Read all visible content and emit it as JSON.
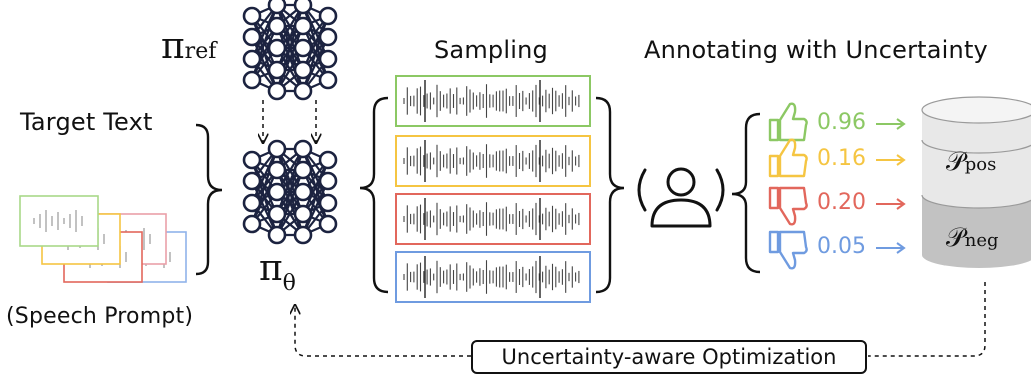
{
  "labels": {
    "pi_ref_symbol": "π",
    "pi_ref_sub": "ref",
    "pi_theta_symbol": "π",
    "pi_theta_sub": "θ",
    "target_text": "Target Text",
    "speech_prompt": "(Speech Prompt)",
    "sampling": "Sampling",
    "annotating": "Annotating with Uncertainty",
    "optimization": "Uncertainty-aware Optimization",
    "p_pos_symbol": "𝒫",
    "p_pos_sub": "pos",
    "p_neg_symbol": "𝒫",
    "p_neg_sub": "neg"
  },
  "samples": [
    {
      "score": "0.96",
      "feedback": "thumbs-up",
      "color": "#8cc864"
    },
    {
      "score": "0.16",
      "feedback": "thumbs-up",
      "color": "#f5c542"
    },
    {
      "score": "0.20",
      "feedback": "thumbs-down",
      "color": "#e2675c"
    },
    {
      "score": "0.05",
      "feedback": "thumbs-down",
      "color": "#6f9be0"
    }
  ],
  "colors": {
    "network": "#1c2340",
    "database_light": "#e6e6e6",
    "database_dark": "#bdbdbd"
  }
}
